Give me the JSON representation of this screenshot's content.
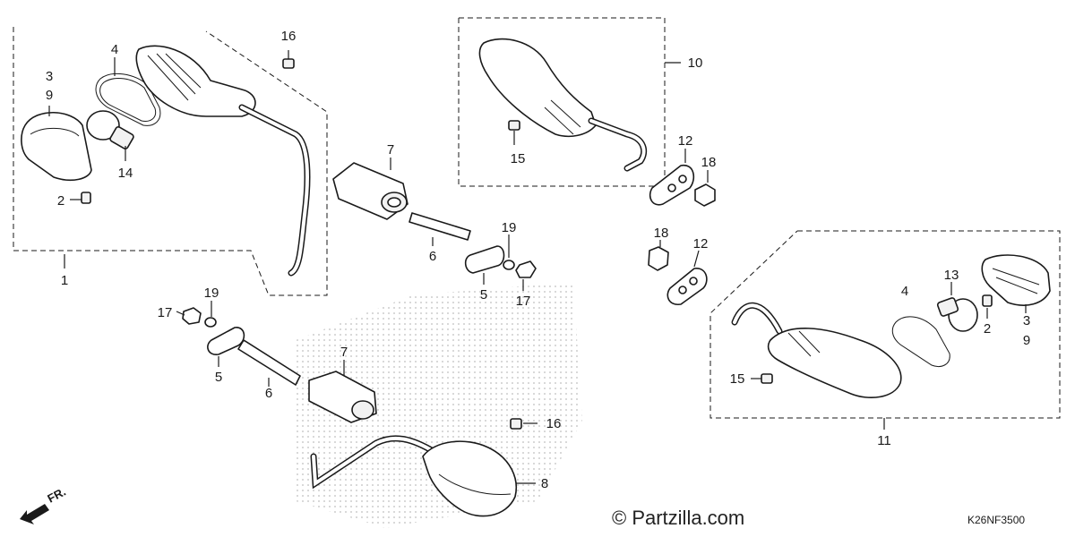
{
  "diagram": {
    "part_labels": {
      "l1": "1",
      "l2a": "2",
      "l3a": "3",
      "l9a": "9",
      "l4a": "4",
      "l14": "14",
      "l16a": "16",
      "l7a": "7",
      "l6a": "6",
      "l19a": "19",
      "l5a": "5",
      "l17a": "17",
      "l10": "10",
      "l15a": "15",
      "l12a": "12",
      "l18a": "18",
      "l18b": "18",
      "l12b": "12",
      "l17b": "17",
      "l19b": "19",
      "l5b": "5",
      "l6b": "6",
      "l7b": "7",
      "l16b": "16",
      "l8": "8",
      "l4b": "4",
      "l13": "13",
      "l2b": "2",
      "l3b": "3",
      "l9b": "9",
      "l15b": "15",
      "l11": "11"
    },
    "direction_marker": "FR.",
    "watermark": "© Partzilla.com",
    "diagram_code": "K26NF3500"
  }
}
